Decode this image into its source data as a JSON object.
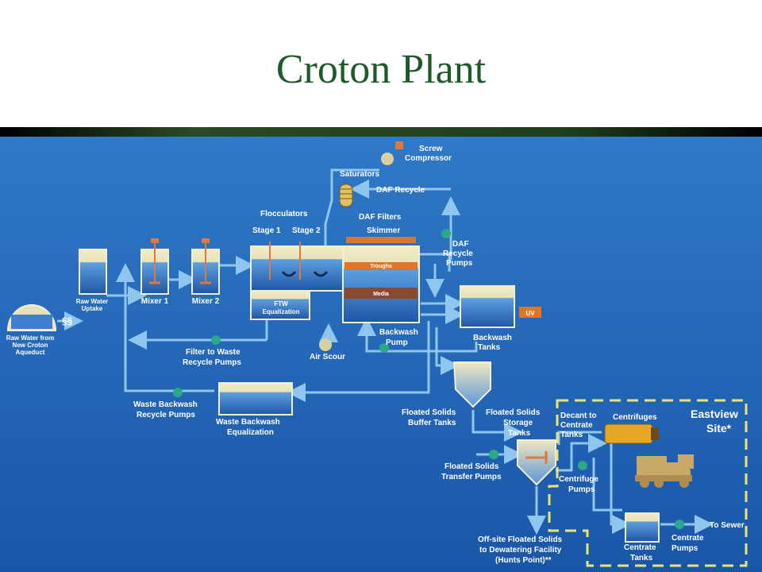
{
  "title": "Croton Plant",
  "colors": {
    "background": "#1f62b4",
    "pipe": "#8fc6f0",
    "pump": "#2aa88a",
    "title": "#1d5a2a",
    "eastview_border": "#ece27a",
    "media": "#8a4a32",
    "troughs": "#e27428",
    "mixer_blade": "#e07a3c"
  },
  "labels": {
    "raw_water_from": "Raw Water from",
    "new_croton": "New Croton",
    "aqueduct": "Aqueduct",
    "raw_water": "Raw Water",
    "uptake": "Uptake",
    "mixer1": "Mixer 1",
    "mixer2": "Mixer 2",
    "flocculators": "Flocculators",
    "stage1": "Stage 1",
    "stage2": "Stage 2",
    "ftw": "FTW",
    "equalization": "Equalization",
    "saturators": "Saturators",
    "screw": "Screw",
    "compressor": "Compressor",
    "daf_recycle": "DAF Recycle",
    "daf_filters": "DAF Filters",
    "skimmer": "Skimmer",
    "troughs": "Troughs",
    "media": "Media",
    "daf": "DAF",
    "recycle": "Recycle",
    "pumps": "Pumps",
    "backwash": "Backwash",
    "tanks": "Tanks",
    "uv": "UV",
    "pump": "Pump",
    "air_scour": "Air Scour",
    "filter_to_waste": "Filter to Waste",
    "recycle_pumps": "Recycle Pumps",
    "waste_backwash": "Waste Backwash",
    "waste_backwash_eq": "Waste Backwash",
    "equalization2": "Equalization",
    "floated_solids": "Floated Solids",
    "buffer_tanks": "Buffer Tanks",
    "fs_storage1": "Floated Solids",
    "fs_storage2": "Storage",
    "fs_storage3": "Tanks",
    "fs_transfer1": "Floated Solids",
    "fs_transfer2": "Transfer Pumps",
    "decant1": "Decant to",
    "decant2": "Centrate",
    "decant3": "Tanks",
    "centrifuges": "Centrifuges",
    "eastview1": "Eastview",
    "eastview2": "Site*",
    "centrifuge": "Centrifuge",
    "centrifuge_pumps": "Pumps",
    "to_sewer": "To Sewer",
    "centrate": "Centrate",
    "centrate_tanks": "Tanks",
    "centrate_pumps1": "Centrate",
    "centrate_pumps2": "Pumps",
    "offsite1": "Off-site Floated Solids",
    "offsite2": "to Dewatering Facility",
    "offsite3": "(Hunts Point)**"
  }
}
